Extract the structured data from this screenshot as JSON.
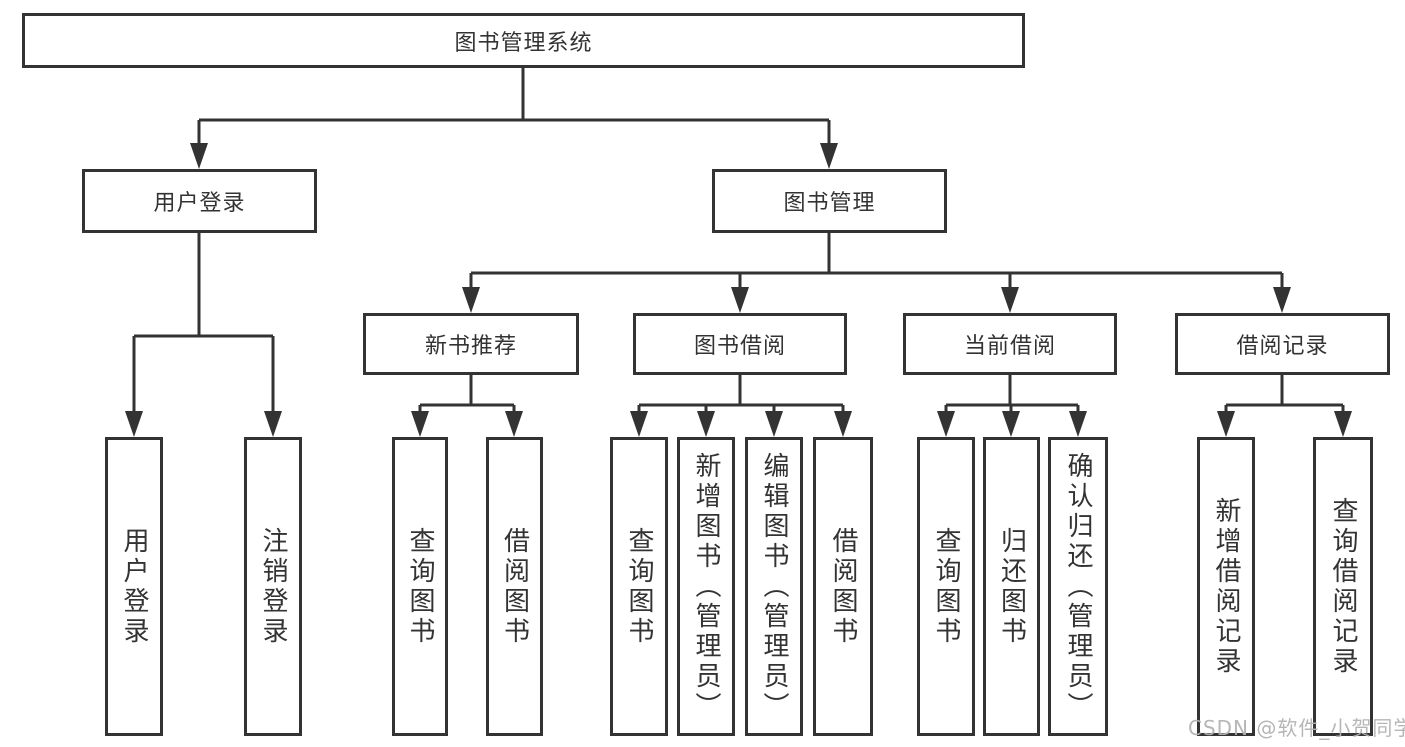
{
  "colors": {
    "line": "#333333",
    "box_border": "#333333",
    "box_background": "#ffffff",
    "text": "#333333",
    "watermark_text": "#b2b2b2"
  },
  "watermark": "CSDN @软件_小贺同学",
  "tree": {
    "root": "图书管理系统",
    "branches": [
      {
        "label": "用户登录",
        "children": [
          "用户登录",
          "注销登录"
        ]
      },
      {
        "label": "图书管理",
        "children": [
          {
            "label": "新书推荐",
            "children": [
              "查询图书",
              "借阅图书"
            ]
          },
          {
            "label": "图书借阅",
            "children": [
              "查询图书",
              "新增图书（管理员）",
              "编辑图书（管理员）",
              "借阅图书"
            ]
          },
          {
            "label": "当前借阅",
            "children": [
              "查询图书",
              "归还图书",
              "确认归还（管理员）"
            ]
          },
          {
            "label": "借阅记录",
            "children": [
              "新增借阅记录",
              "查询借阅记录"
            ]
          }
        ]
      }
    ]
  }
}
